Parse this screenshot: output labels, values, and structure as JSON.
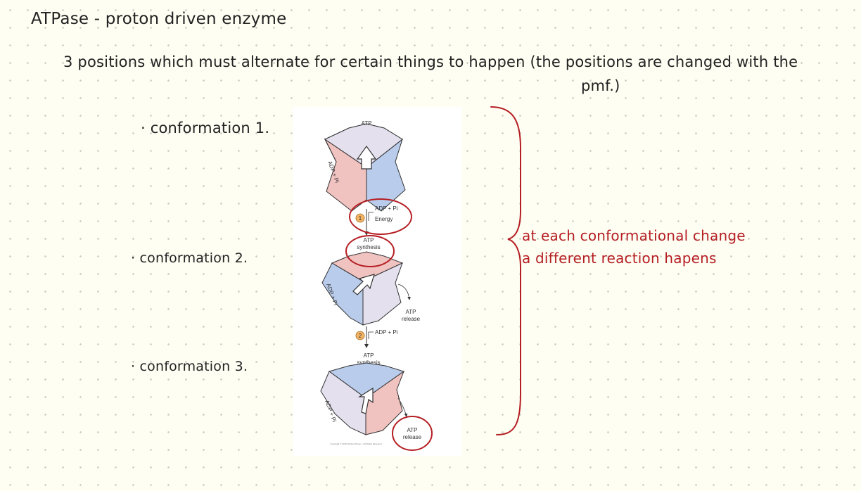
{
  "notes": {
    "title": "ATPase - proton driven enzyme",
    "positions_line_1": "3 positions which must alternate for certain things to happen (the positions are changed with the",
    "positions_line_2": "pmf.)",
    "conformation_1": "· conformation 1.",
    "conformation_2": "· conformation 2.",
    "conformation_3": "· conformation 3.",
    "annotation_line_1": "at each conformational change",
    "annotation_line_2": "a different reaction hapens"
  },
  "figure": {
    "atp_top": "ATP",
    "adp_pi": "ADP + Pi",
    "step_1": "1",
    "step_1_adp": "ADP + Pi",
    "step_1_energy": "Energy",
    "atp_synthesis_1_a": "ATP",
    "atp_synthesis_1_b": "synthesis",
    "atp_release_1_a": "ATP",
    "atp_release_1_b": "release",
    "step_2": "2",
    "step_2_adp": "ADP + Pi",
    "atp_synthesis_2_a": "ATP",
    "atp_synthesis_2_b": "synthesis",
    "atp_release_2_a": "ATP",
    "atp_release_2_b": "release",
    "copyright": "Copyright © 2016 Wolters Kluwer · All Rights Reserved"
  },
  "colors": {
    "ink": "#222222",
    "annotation_red": "#b51e23",
    "subunit_pink": "#f0c2c0",
    "subunit_blue": "#b9cceb",
    "subunit_lavender": "#e4e0ee",
    "step_marker": "#f4b462"
  }
}
